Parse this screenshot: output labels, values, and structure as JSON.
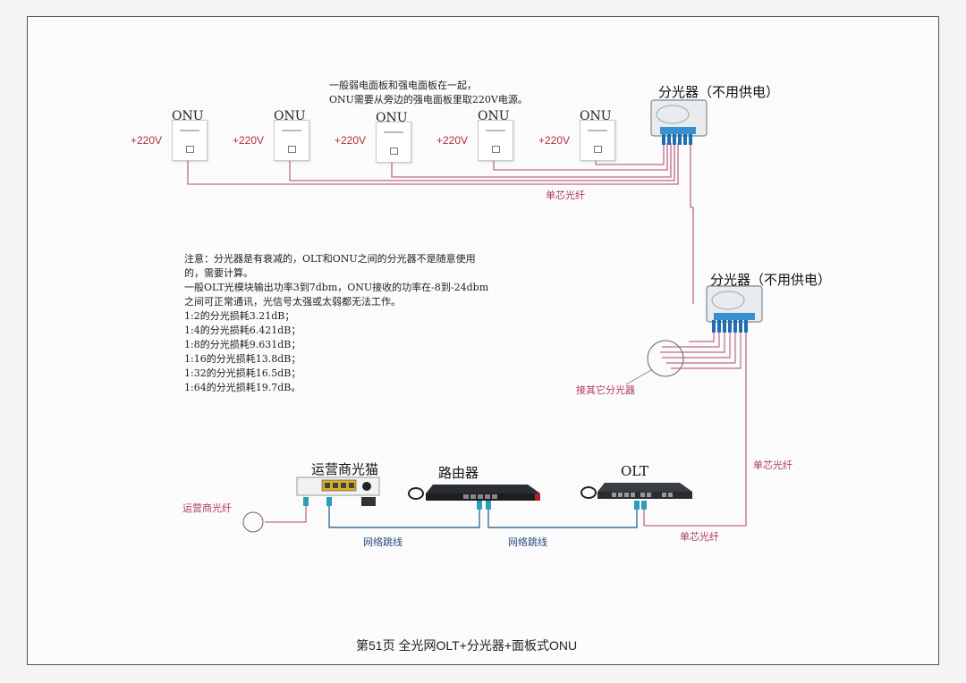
{
  "top_note": {
    "line1": "一般弱电面板和强电面板在一起，",
    "line2": "ONU需要从旁边的强电面板里取220V电源。"
  },
  "onus": [
    {
      "label": "ONU",
      "power": "+220V"
    },
    {
      "label": "ONU",
      "power": "+220V"
    },
    {
      "label": "ONU",
      "power": "+220V"
    },
    {
      "label": "ONU",
      "power": "+220V"
    },
    {
      "label": "ONU",
      "power": "+220V"
    }
  ],
  "splitter_top": {
    "label": "分光器（不用供电）"
  },
  "splitter_mid": {
    "label": "分光器（不用供电）"
  },
  "fiber_labels": {
    "top": "单芯光纤",
    "right": "单芯光纤",
    "bottom": "单芯光纤"
  },
  "other_splitter": "接其它分光器",
  "notes": [
    "注意：分光器是有衰减的，OLT和ONU之间的分光器不是随意使用",
    "的，需要计算。",
    "一般OLT光模块输出功率3到7dbm，ONU接收的功率在-8到-24dbm",
    "之间可正常通讯，光信号太强或太弱都无法工作。",
    "1:2的分光损耗3.21dB；",
    "1:4的分光损耗6.421dB；",
    "1:8的分光损耗9.631dB；",
    "1:16的分光损耗13.8dB；",
    "1:32的分光损耗16.5dB；",
    "1:64的分光损耗19.7dB。"
  ],
  "devices": {
    "modem": "运营商光猫",
    "router": "路由器",
    "olt": "OLT"
  },
  "operator_fiber": "运营商光纤",
  "patch_labels": [
    "网络跳线",
    "网络跳线"
  ],
  "footer": "第51页  全光网OLT+分光器+面板式ONU",
  "colors": {
    "fiber_pink": "#c06a8a",
    "patch_blue": "#3a6f9a",
    "power_red": "#b03040"
  }
}
